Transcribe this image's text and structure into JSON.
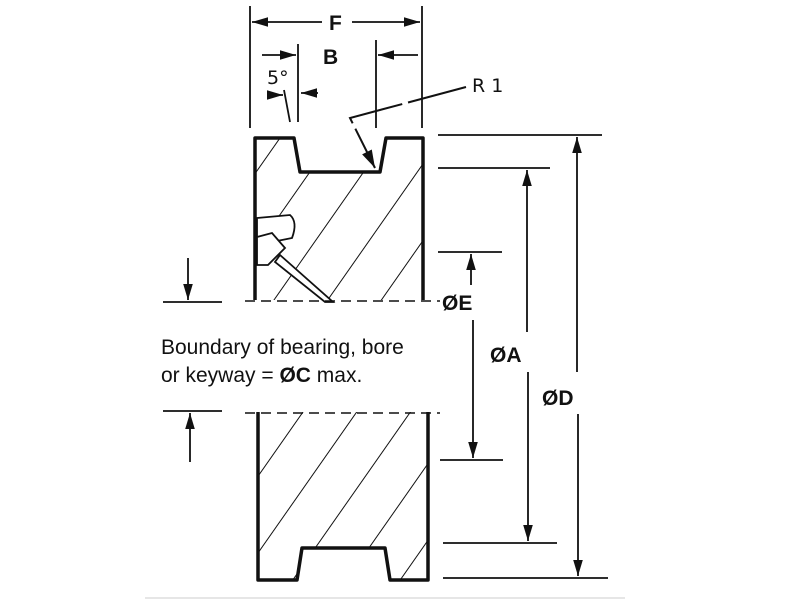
{
  "labels": {
    "F": "F",
    "B": "B",
    "angle": "5°",
    "radius": "R 1",
    "dia_E": "ØE",
    "dia_A": "ØA",
    "dia_D": "ØD"
  },
  "note": {
    "line1": "Boundary of bearing, bore",
    "line2_prefix": "or keyway = ",
    "line2_symbol": "ØC",
    "line2_suffix": " max."
  },
  "colors": {
    "ink": "#111111",
    "background": "#ffffff"
  }
}
